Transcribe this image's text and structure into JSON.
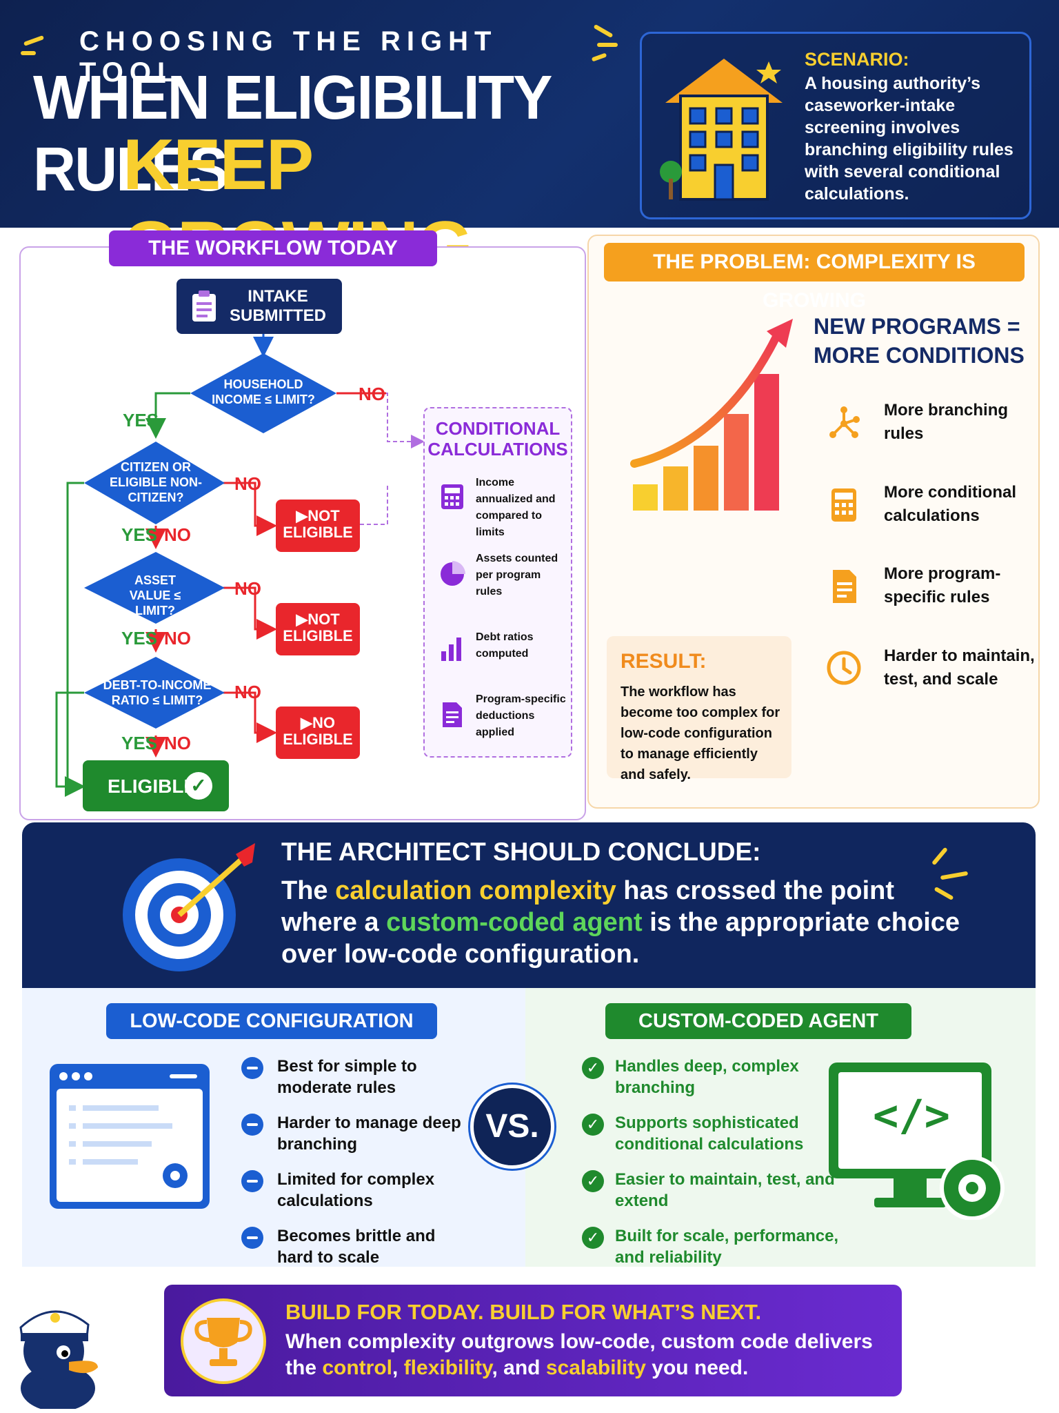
{
  "header": {
    "kicker": "CHOOSING THE RIGHT TOOL",
    "title_line1": "WHEN ELIGIBILITY RULES",
    "title_line2": "KEEP GROWING",
    "scenario_label": "SCENARIO:",
    "scenario_text": "A housing authority’s caseworker-intake screening involves branching eligibility rules with several conditional calculations."
  },
  "workflow": {
    "title": "THE WORKFLOW TODAY",
    "start": "INTAKE SUBMITTED",
    "decisions": [
      "HOUSEHOLD INCOME ≤ LIMIT?",
      "CITIZEN OR ELIGIBLE NON-CITIZEN?",
      "ASSET VALUE ≤ LIMIT?",
      "DEBT-TO-INCOME RATIO ≤ LIMIT?"
    ],
    "yes": "YES",
    "no": "NO",
    "not_eligible": [
      "NOT",
      "ELIGIBLE"
    ],
    "not_eligible_3": [
      "NO",
      "ELIGIBLE"
    ],
    "eligible": "ELIGIBLE"
  },
  "conditional": {
    "title": "CONDITIONAL CALCULATIONS",
    "items": [
      "Income annualized and compared to limits",
      "Assets counted per program rules",
      "Debt ratios computed",
      "Program-specific deductions applied"
    ]
  },
  "problem": {
    "title": "THE PROBLEM: COMPLEXITY IS GROWING",
    "headline": "NEW PROGRAMS = MORE CONDITIONS",
    "items": [
      "More branching rules",
      "More conditional calculations",
      "More program-specific rules",
      "Harder to maintain, test, and scale"
    ],
    "icons": [
      "branch-icon",
      "calculator-icon",
      "document-icon",
      "clock-icon"
    ],
    "result_label": "RESULT:",
    "result_text": "The workflow has become too complex for low-code configuration to manage efficiently and safely."
  },
  "conclusion": {
    "title": "THE ARCHITECT SHOULD CONCLUDE:",
    "t1": "The ",
    "h1": "calculation complexity",
    "t2": " has crossed the point where a ",
    "h2": "custom-coded agent",
    "t3": " is the appropriate choice over low-code configuration."
  },
  "compare": {
    "low_title": "LOW-CODE CONFIGURATION",
    "low_items": [
      "Best for simple to moderate rules",
      "Harder to manage deep branching",
      "Limited for complex calculations",
      "Becomes brittle and hard to scale"
    ],
    "vs": "VS.",
    "custom_title": "CUSTOM-CODED AGENT",
    "custom_items": [
      "Handles deep, complex branching",
      "Supports sophisticated conditional calculations",
      "Easier to maintain, test, and extend",
      "Built for scale, performance, and reliability"
    ],
    "code_symbol": "</>"
  },
  "footer": {
    "title": "BUILD FOR TODAY. BUILD FOR WHAT’S NEXT.",
    "t1": "When complexity outgrows low-code, custom code delivers the ",
    "h1": "control",
    "t2": ", ",
    "h2": "flexibility",
    "t3": ", and ",
    "h3": "scalability",
    "t4": " you need."
  },
  "colors": {
    "navy": "#10265e",
    "yellow": "#f8cf2f",
    "purple": "#8a2bd8",
    "orange": "#f5a01e",
    "red": "#e9262c",
    "green": "#1f8a2d",
    "blue": "#1b5ed1"
  }
}
